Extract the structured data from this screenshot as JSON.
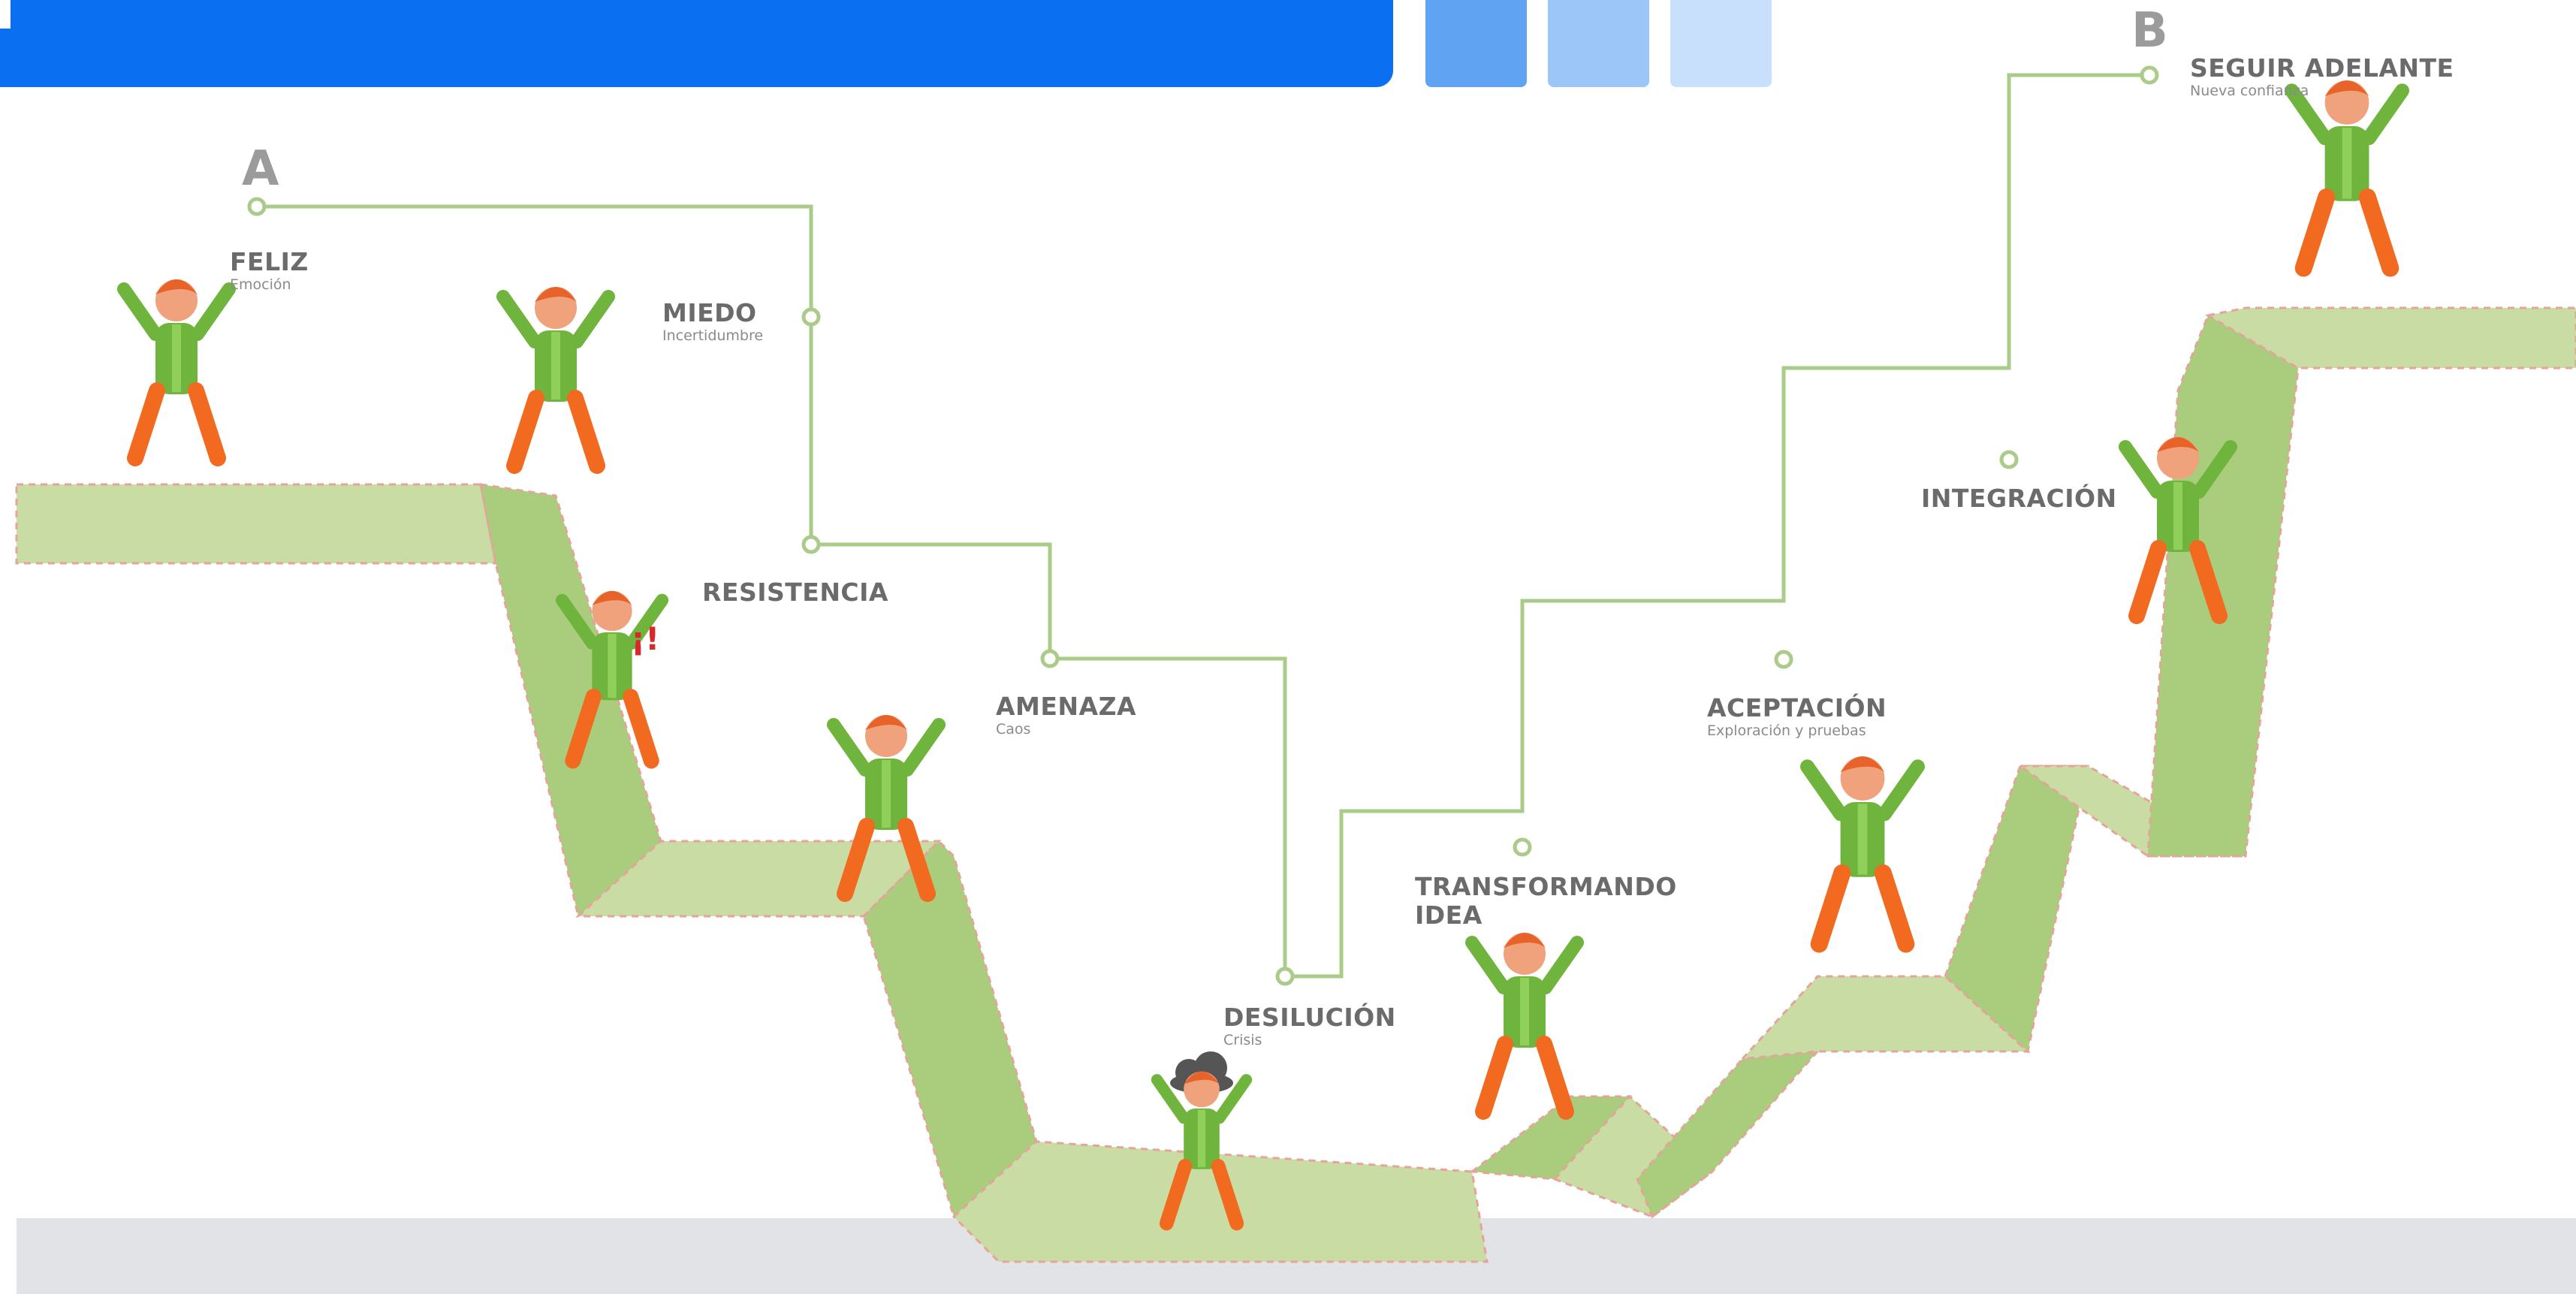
{
  "start_marker": "A",
  "end_marker": "B",
  "steps": [
    {
      "title": "FELIZ",
      "subtitle": "Emoción"
    },
    {
      "title": "MIEDO",
      "subtitle": "Incertidumbre"
    },
    {
      "title": "RESISTENCIA",
      "subtitle": ""
    },
    {
      "title": "AMENAZA",
      "subtitle": "Caos"
    },
    {
      "title": "DESILUCIÓN",
      "subtitle": "Crisis"
    },
    {
      "title": "TRANSFORMANDO IDEA",
      "subtitle": ""
    },
    {
      "title": "ACEPTACIÓN",
      "subtitle": "Exploración y pruebas"
    },
    {
      "title": "INTEGRACIÓN",
      "subtitle": ""
    },
    {
      "title": "SEGUIR ADELANTE",
      "subtitle": "Nueva confianza"
    }
  ],
  "alarm_text": "¡!",
  "colors": {
    "banner": "#0a6ff0",
    "tab1": "#5fa3f2",
    "tab2": "#9bc6f7",
    "tab3": "#c8e0fb",
    "path_top": "#c8dca4",
    "path_side": "#a9cd7c",
    "path_line": "#aacb8a",
    "ground": "#e1e3e6",
    "shirt": "#6fb43c",
    "pants": "#f26a20",
    "skin": "#f0a27c",
    "hair": "#e8632a"
  },
  "icons": [
    "cloud-icon",
    "person-figure"
  ]
}
